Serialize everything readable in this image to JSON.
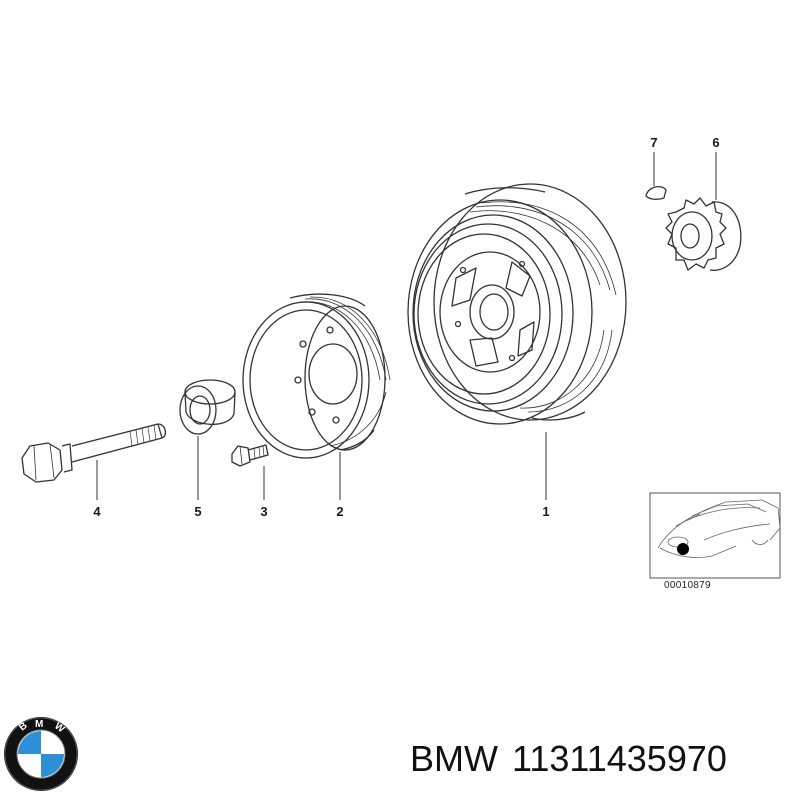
{
  "callouts": [
    {
      "id": "1",
      "label": "1"
    },
    {
      "id": "2",
      "label": "2"
    },
    {
      "id": "3",
      "label": "3"
    },
    {
      "id": "4",
      "label": "4"
    },
    {
      "id": "5",
      "label": "5"
    },
    {
      "id": "6",
      "label": "6"
    },
    {
      "id": "7",
      "label": "7"
    }
  ],
  "inset": {
    "code": "00010879"
  },
  "footer": {
    "brand": "BMW",
    "part_number": "11311435970"
  },
  "logo": {
    "text": "BMW",
    "colors": {
      "blue": "#2f8fd6",
      "white": "#ffffff",
      "ring": "#111111"
    }
  },
  "line_color": "#333333"
}
